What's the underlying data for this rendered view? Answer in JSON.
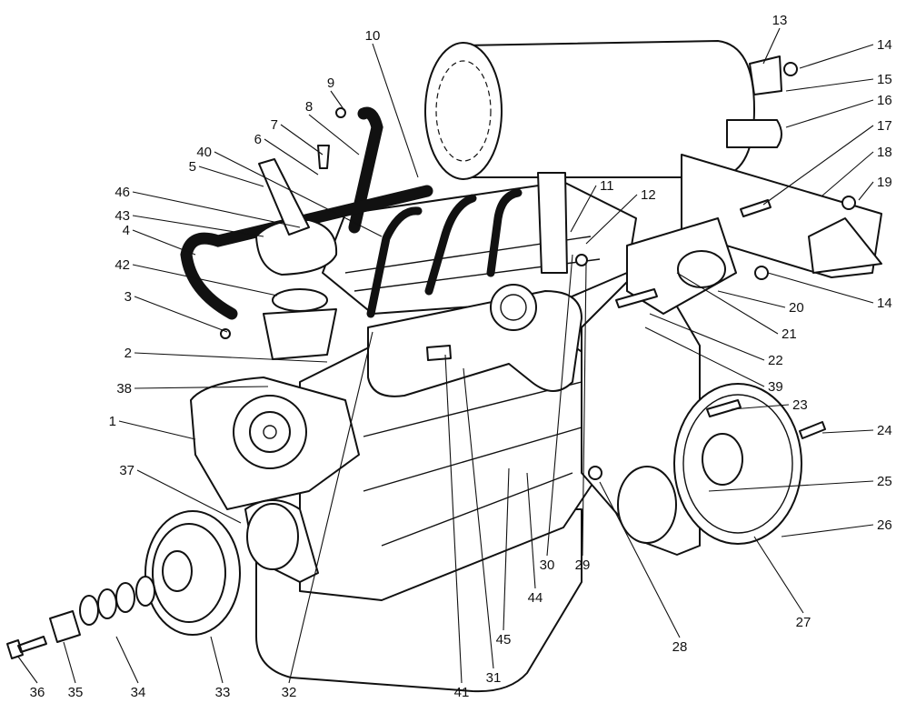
{
  "figure": {
    "callouts": [
      "1",
      "2",
      "3",
      "4",
      "5",
      "6",
      "7",
      "8",
      "9",
      "10",
      "11",
      "12",
      "13",
      "14",
      "14",
      "15",
      "16",
      "17",
      "18",
      "19",
      "20",
      "21",
      "22",
      "23",
      "24",
      "25",
      "26",
      "27",
      "28",
      "29",
      "30",
      "31",
      "32",
      "33",
      "34",
      "35",
      "36",
      "37",
      "38",
      "39",
      "40",
      "41",
      "42",
      "43",
      "44",
      "45",
      "46"
    ]
  }
}
